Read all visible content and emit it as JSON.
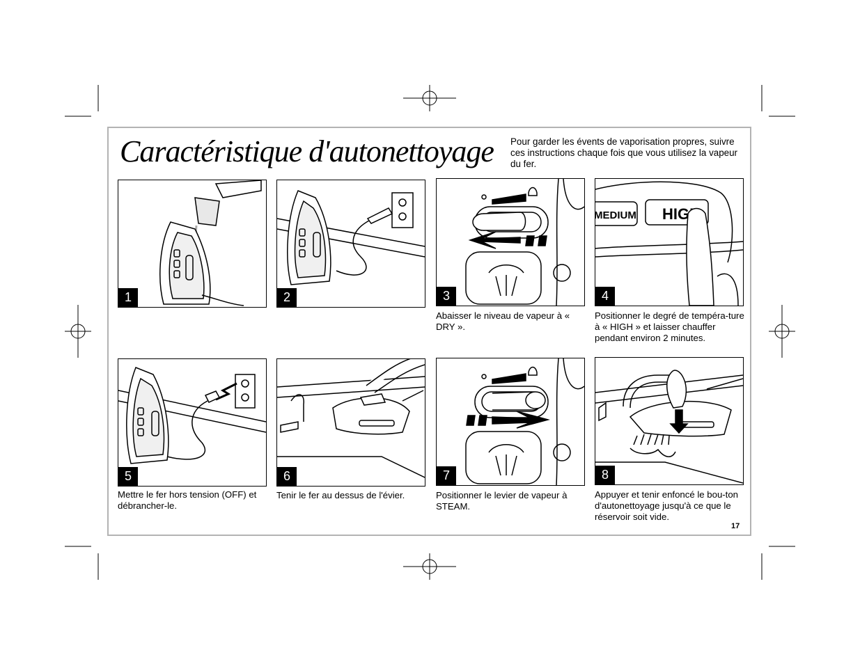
{
  "page": {
    "title": "Caractéristique d'autonettoyage",
    "intro": "Pour garder les évents de vaporisation propres, suivre ces instructions chaque fois que vous utilisez la vapeur du fer.",
    "page_number": "17"
  },
  "panel_labels": {
    "medium": "MEDIUM",
    "high": "HIGH"
  },
  "steps": [
    {
      "number": "1",
      "caption": ""
    },
    {
      "number": "2",
      "caption": ""
    },
    {
      "number": "3",
      "caption": "Abaisser le niveau de vapeur à « DRY »."
    },
    {
      "number": "4",
      "caption": "Positionner le degré de tempéra-ture à « HIGH » et laisser chauffer pendant environ 2 minutes."
    },
    {
      "number": "5",
      "caption": "Mettre le fer hors tension (OFF) et débrancher-le."
    },
    {
      "number": "6",
      "caption": "Tenir le fer au dessus de l'évier."
    },
    {
      "number": "7",
      "caption": "Positionner le levier de vapeur à STEAM."
    },
    {
      "number": "8",
      "caption": "Appuyer et tenir enfoncé le bou-ton d'autonettoyage jusqu'à ce que le réservoir soit vide."
    }
  ]
}
